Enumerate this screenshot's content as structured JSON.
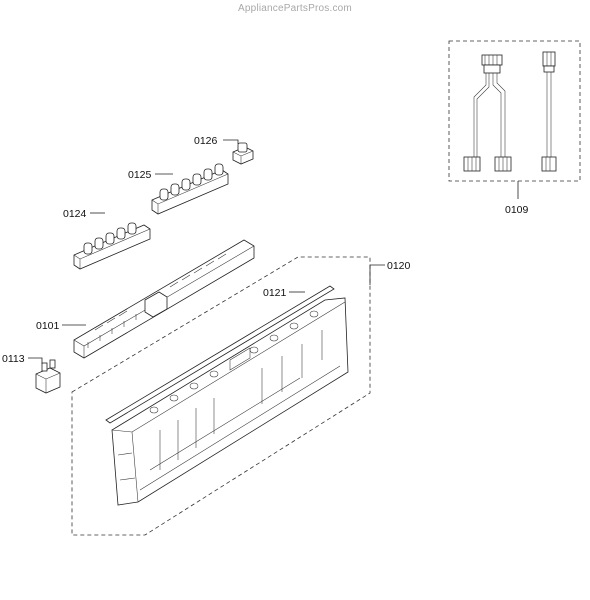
{
  "watermark": "AppliancePartsPros.com",
  "callouts": {
    "c0109": "0109",
    "c0126": "0126",
    "c0125": "0125",
    "c0124": "0124",
    "c0120": "0120",
    "c0121": "0121",
    "c0101": "0101",
    "c0113": "0113"
  }
}
